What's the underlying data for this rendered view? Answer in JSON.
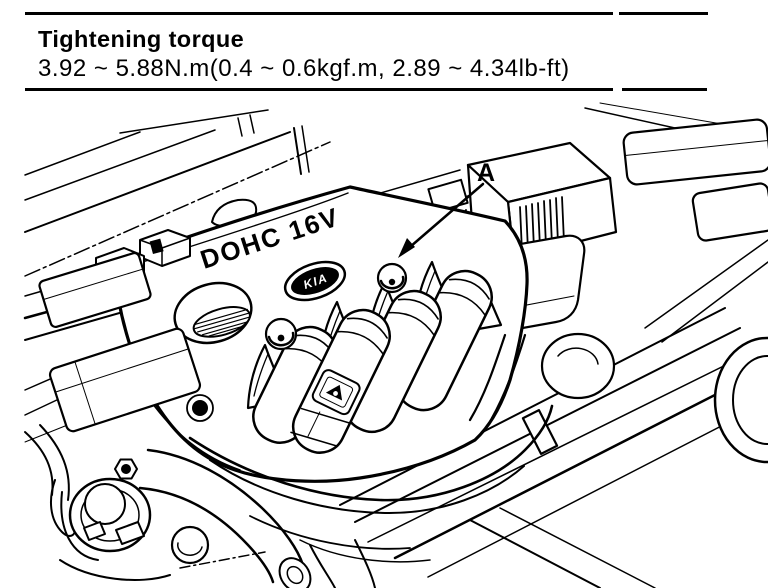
{
  "header": {
    "title": "Tightening torque",
    "spec": "3.92 ~ 5.88N.m(0.4 ~ 0.6kgf.m, 2.89 ~ 4.34lb-ft)"
  },
  "figure": {
    "cover_label": "DOHC 16V",
    "emblem_text": "KIA",
    "callout_label": "A"
  },
  "colors": {
    "ink": "#000000",
    "paper": "#ffffff"
  }
}
